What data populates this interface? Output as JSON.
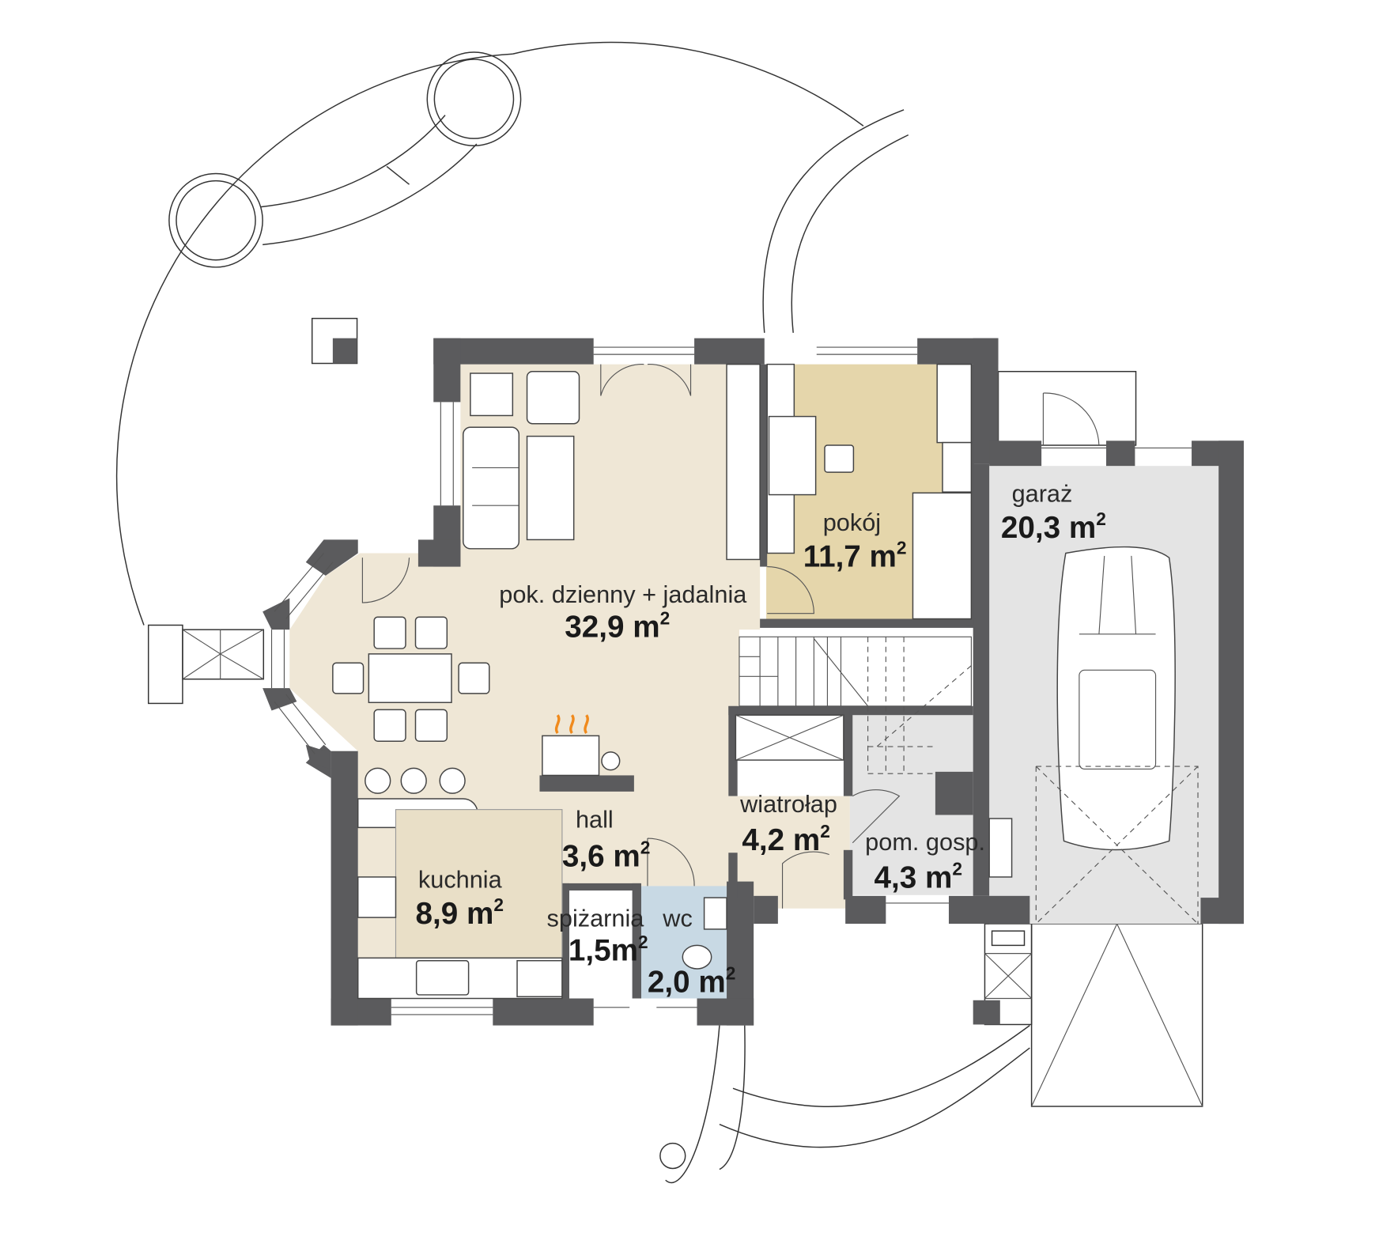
{
  "colors": {
    "wall": "#5b5b5d",
    "living_floor": "#efe7d6",
    "room_floor": "#e5d6ab",
    "garage_floor": "#e4e4e4",
    "wc_floor": "#c8d9e4",
    "fire": "#f08a1c"
  },
  "rooms": [
    {
      "name": "pok. dzienny + jadalnia",
      "area": "32,9 m",
      "unit_sup": "2"
    },
    {
      "name": "pokój",
      "area": "11,7 m",
      "unit_sup": "2"
    },
    {
      "name": "garaż",
      "area": "20,3 m",
      "unit_sup": "2"
    },
    {
      "name": "hall",
      "area": "3,6 m",
      "unit_sup": "2"
    },
    {
      "name": "wiatrołap",
      "area": "4,2 m",
      "unit_sup": "2"
    },
    {
      "name": "pom. gosp.",
      "area": "4,3 m",
      "unit_sup": "2"
    },
    {
      "name": "kuchnia",
      "area": "8,9 m",
      "unit_sup": "2"
    },
    {
      "name": "spiżarnia",
      "area": "1,5m",
      "unit_sup": "2"
    },
    {
      "name": "wc",
      "area": "2,0 m",
      "unit_sup": "2"
    }
  ]
}
